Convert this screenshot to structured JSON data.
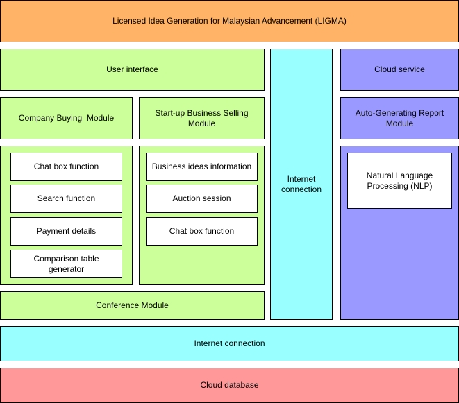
{
  "title": "Licensed Idea Generation for Malaysian Advancement (LIGMA)",
  "user_interface": "User interface",
  "company_buying_module": {
    "label": "Company Buying  Module",
    "functions": [
      "Chat box function",
      "Search function",
      "Payment details",
      "Comparison table generator"
    ]
  },
  "startup_selling_module": {
    "label": "Start-up Business Selling Module",
    "functions": [
      "Business ideas information",
      "Auction session",
      "Chat box function"
    ]
  },
  "conference_module": "Conference Module",
  "internet_connection_vertical": "Internet connection",
  "cloud_service": "Cloud service",
  "report_module": {
    "label": "Auto-Generating Report Module",
    "nlp": "Natural Language Processing (NLP)"
  },
  "internet_connection_bottom": "Internet connection",
  "cloud_database": "Cloud database",
  "colors": {
    "header": "#ffb366",
    "module": "#ccff99",
    "network": "#99ffff",
    "cloud_service": "#9999ff",
    "database": "#ff9999"
  }
}
